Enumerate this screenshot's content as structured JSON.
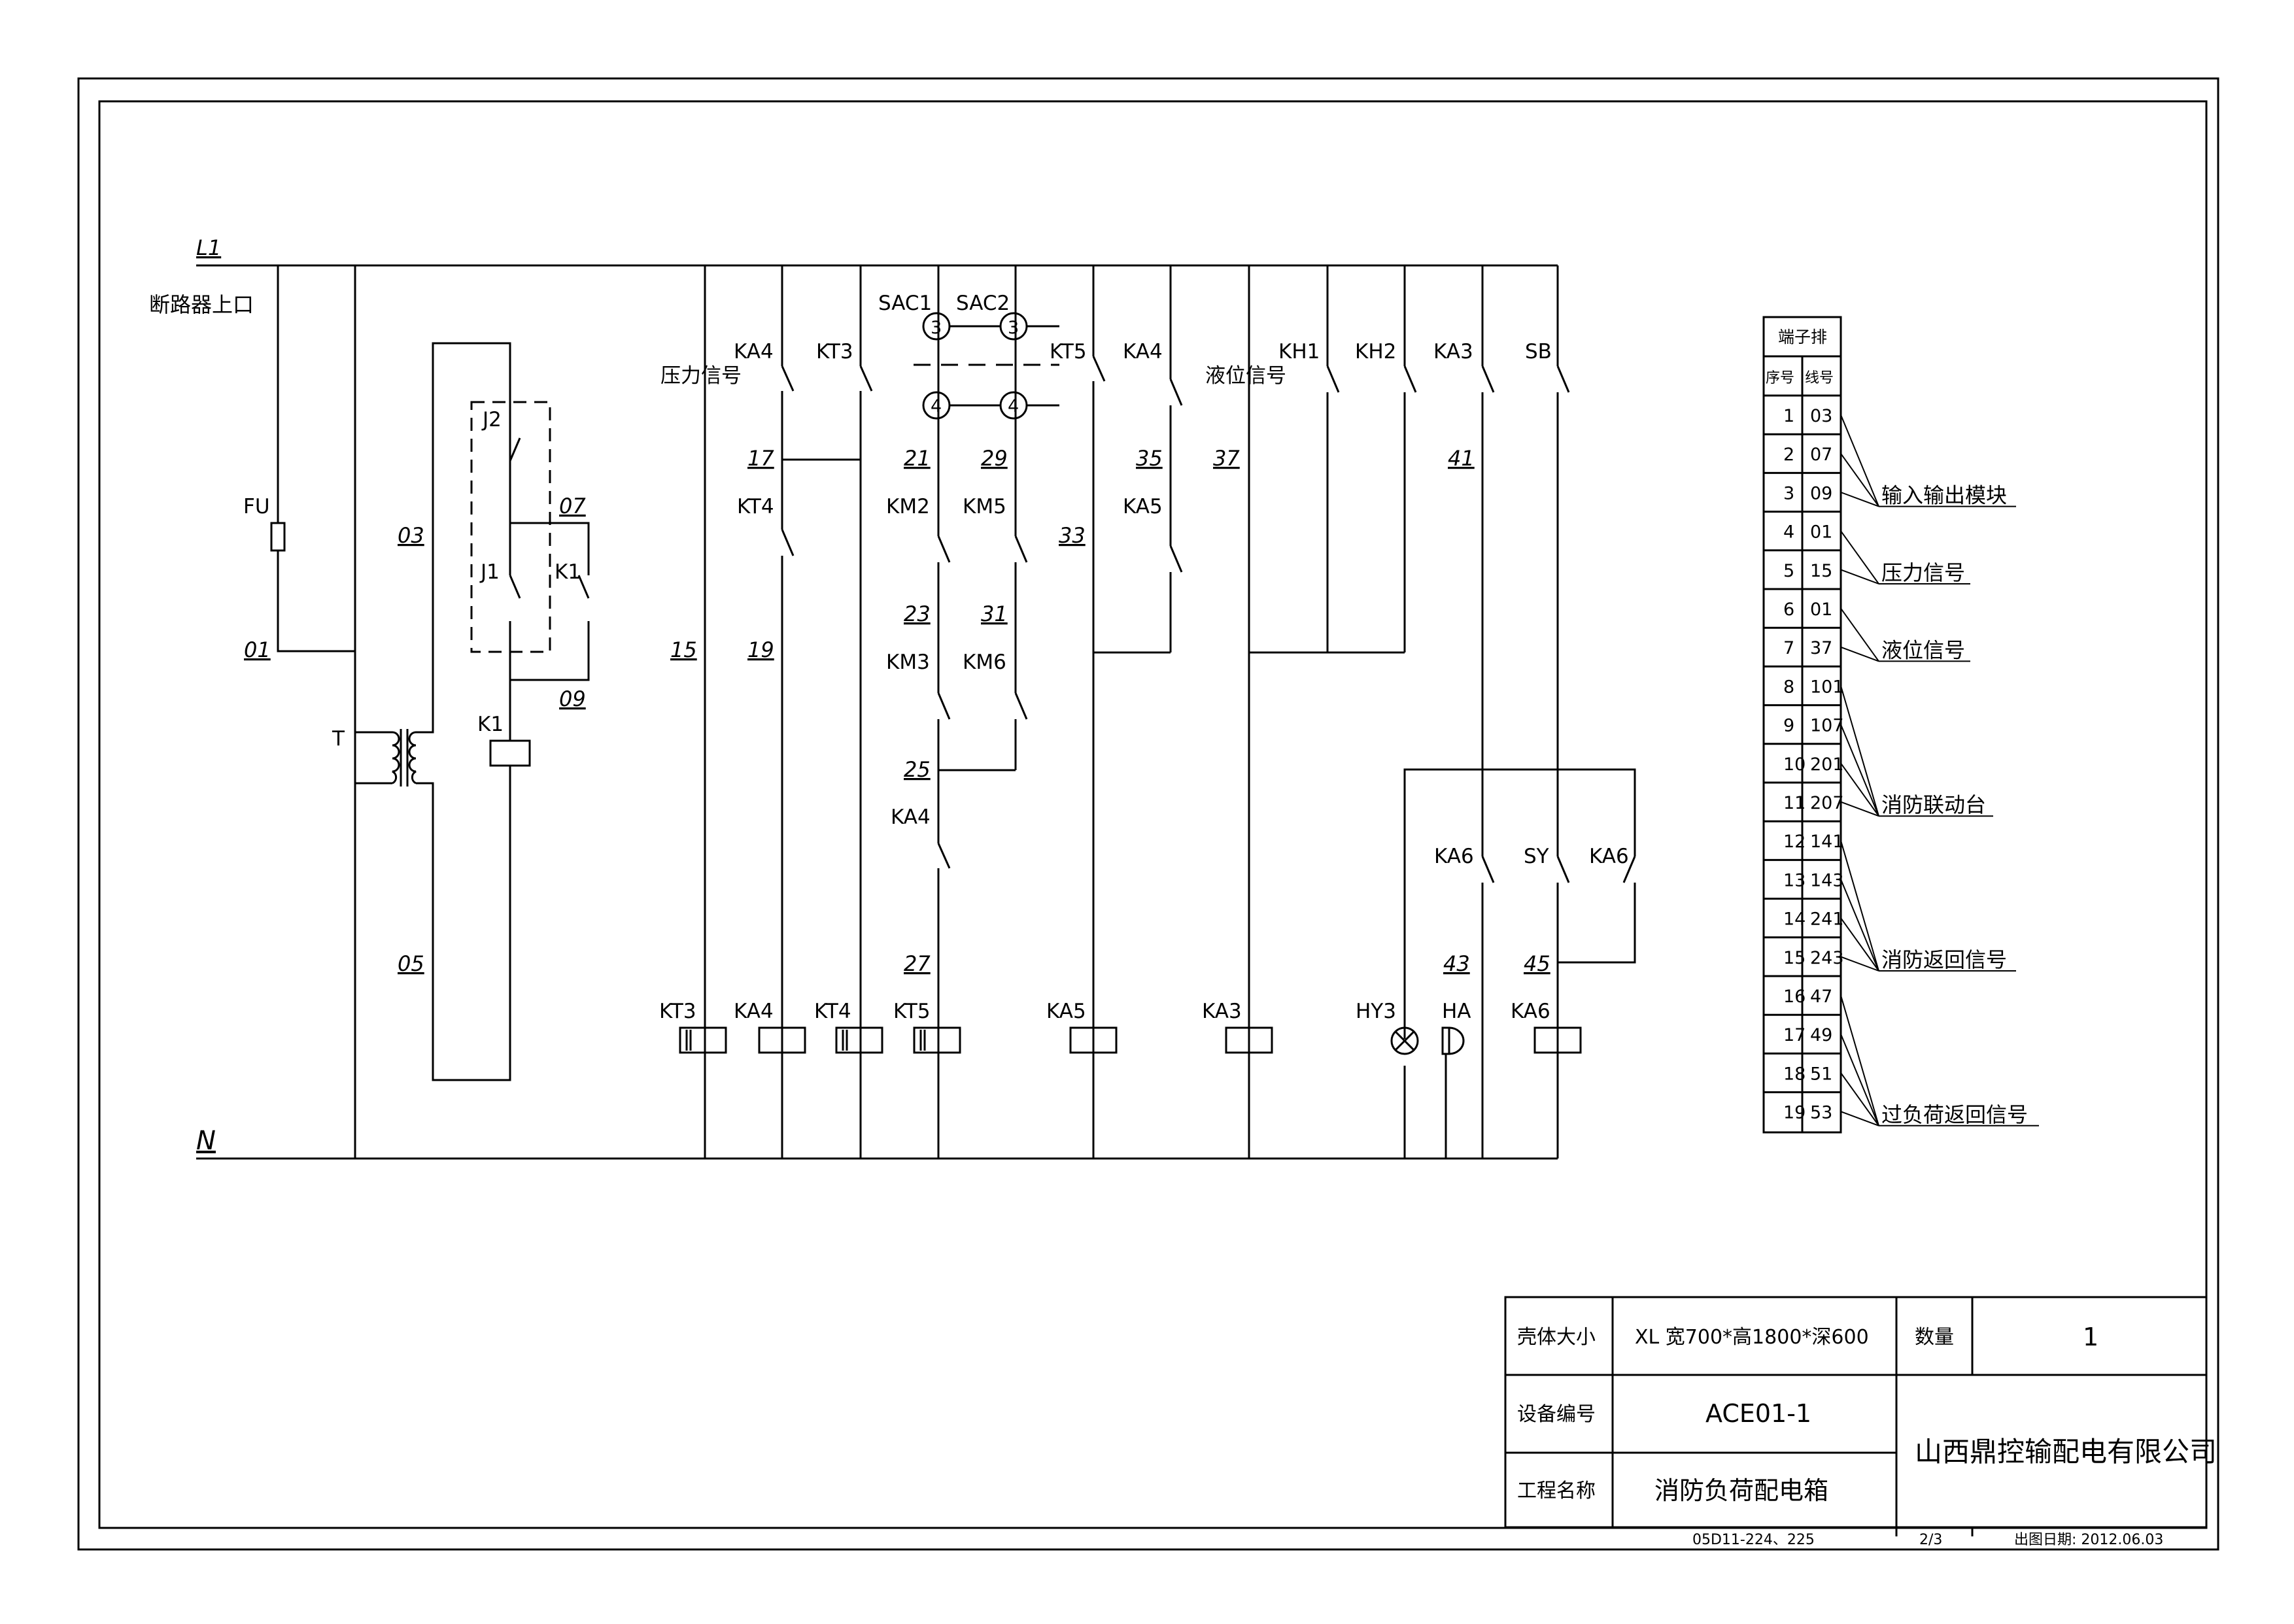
{
  "diagram": {
    "bus": {
      "l1": "L1",
      "n": "N"
    },
    "breaker_note": "断路器上口",
    "fuse": "FU",
    "transformer": "T",
    "relay_box": {
      "j2": "J2",
      "j1": "J1",
      "k1_contact": "K1",
      "k1_coil": "K1"
    },
    "wires": {
      "w01": "01",
      "w03": "03",
      "w05": "05",
      "w07": "07",
      "w09": "09",
      "w15": "15",
      "w17": "17",
      "w19": "19",
      "w21": "21",
      "w23": "23",
      "w25": "25",
      "w27": "27",
      "w29": "29",
      "w31": "31",
      "w33": "33",
      "w35": "35",
      "w37": "37",
      "w41": "41",
      "w43": "43",
      "w45": "45"
    },
    "contacts": {
      "pressure_signal": "压力信号",
      "ka4_a": "KA4",
      "kt3": "KT3",
      "kt4": "KT4",
      "sac1": "SAC1",
      "sac2": "SAC2",
      "km2": "KM2",
      "km5": "KM5",
      "km3": "KM3",
      "km6": "KM6",
      "ka4_b": "KA4",
      "kt5": "KT5",
      "ka4_c": "KA4",
      "ka5": "KA5",
      "level_signal": "液位信号",
      "kh1": "KH1",
      "kh2": "KH2",
      "ka3": "KA3",
      "sb": "SB",
      "ka6_a": "KA6",
      "sy": "SY",
      "ka6_b": "KA6"
    },
    "switch_positions": {
      "p3": "3",
      "p4": "4"
    },
    "coils": {
      "kt3": "KT3",
      "ka4": "KA4",
      "kt4": "KT4",
      "kt5": "KT5",
      "ka5": "KA5",
      "ka3": "KA3",
      "hy3": "HY3",
      "ha": "HA",
      "ka6": "KA6"
    }
  },
  "terminal_block": {
    "title": "端子排",
    "col_seq": "序号",
    "col_wire": "线号",
    "rows": [
      {
        "seq": "1",
        "wire": "03"
      },
      {
        "seq": "2",
        "wire": "07"
      },
      {
        "seq": "3",
        "wire": "09"
      },
      {
        "seq": "4",
        "wire": "01"
      },
      {
        "seq": "5",
        "wire": "15"
      },
      {
        "seq": "6",
        "wire": "01"
      },
      {
        "seq": "7",
        "wire": "37"
      },
      {
        "seq": "8",
        "wire": "101"
      },
      {
        "seq": "9",
        "wire": "107"
      },
      {
        "seq": "10",
        "wire": "201"
      },
      {
        "seq": "11",
        "wire": "207"
      },
      {
        "seq": "12",
        "wire": "141"
      },
      {
        "seq": "13",
        "wire": "143"
      },
      {
        "seq": "14",
        "wire": "241"
      },
      {
        "seq": "15",
        "wire": "243"
      },
      {
        "seq": "16",
        "wire": "47"
      },
      {
        "seq": "17",
        "wire": "49"
      },
      {
        "seq": "18",
        "wire": "51"
      },
      {
        "seq": "19",
        "wire": "53"
      }
    ],
    "groups": [
      {
        "label": "输入输出模块"
      },
      {
        "label": "压力信号"
      },
      {
        "label": "液位信号"
      },
      {
        "label": "消防联动台"
      },
      {
        "label": "消防返回信号"
      },
      {
        "label": "过负荷返回信号"
      }
    ]
  },
  "title_block": {
    "enclosure_label": "壳体大小",
    "enclosure_value": "XL  宽700*高1800*深600",
    "qty_label": "数量",
    "qty_value": "1",
    "equip_no_label": "设备编号",
    "equip_no_value": "ACE01-1",
    "project_label": "工程名称",
    "project_value": "消防负荷配电箱",
    "company": "山西鼎控输配电有限公司",
    "ref": "05D11-224、225",
    "sheet": "2/3",
    "date": "出图日期: 2012.06.03"
  }
}
